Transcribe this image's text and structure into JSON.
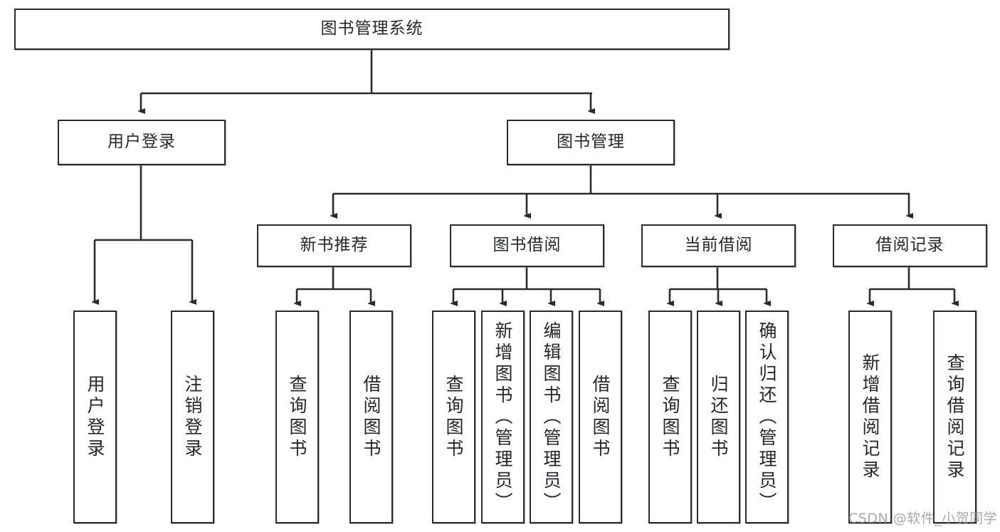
{
  "diagram": {
    "title": "图书管理系统",
    "type": "tree-hierarchy",
    "root": {
      "label": "图书管理系统"
    },
    "level2": [
      {
        "label": "用户登录"
      },
      {
        "label": "图书管理"
      }
    ],
    "level3": [
      {
        "label": "新书推荐"
      },
      {
        "label": "图书借阅"
      },
      {
        "label": "当前借阅"
      },
      {
        "label": "借阅记录"
      }
    ],
    "leaves": {
      "user_login": [
        {
          "label": "用户登录"
        },
        {
          "label": "注销登录"
        }
      ],
      "new_book_recommend": [
        {
          "label": "查询图书"
        },
        {
          "label": "借阅图书"
        }
      ],
      "book_borrow": [
        {
          "label": "查询图书"
        },
        {
          "label": "新增图书（管理员）"
        },
        {
          "label": "编辑图书（管理员）"
        },
        {
          "label": "借阅图书"
        }
      ],
      "current_borrow": [
        {
          "label": "查询图书"
        },
        {
          "label": "归还图书"
        },
        {
          "label": "确认归还（管理员）"
        }
      ],
      "borrow_record": [
        {
          "label": "新增借阅记录"
        },
        {
          "label": "查询借阅记录"
        }
      ]
    }
  },
  "watermark": {
    "text": "CSDN @软件_小贺同学"
  },
  "colors": {
    "border": "#2b2b2b",
    "text": "#23272b",
    "background": "#ffffff",
    "watermark": "#9a9a9a"
  }
}
